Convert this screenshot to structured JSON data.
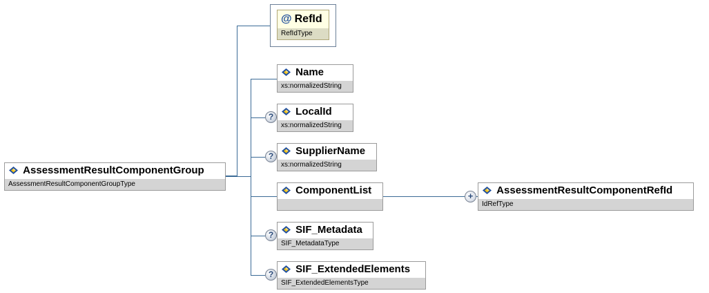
{
  "root": {
    "name": "AssessmentResultComponentGroup",
    "type": "AssessmentResultComponentGroupType"
  },
  "attribute": {
    "symbol": "@",
    "name": "RefId",
    "type": "RefIdType"
  },
  "elements": [
    {
      "name": "Name",
      "type": "xs:normalizedString",
      "optional": false
    },
    {
      "name": "LocalId",
      "type": "xs:normalizedString",
      "optional": true
    },
    {
      "name": "SupplierName",
      "type": "xs:normalizedString",
      "optional": true
    },
    {
      "name": "ComponentList",
      "type": "",
      "optional": false
    },
    {
      "name": "SIF_Metadata",
      "type": "SIF_MetadataType",
      "optional": true
    },
    {
      "name": "SIF_ExtendedElements",
      "type": "SIF_ExtendedElementsType",
      "optional": true
    }
  ],
  "child": {
    "name": "AssessmentResultComponentRefId",
    "type": "IdRefType"
  },
  "markers": {
    "optional": "?",
    "expand": "+"
  },
  "colors": {
    "connector": "#3a6a96",
    "icon_blue": "#1f4fa0",
    "icon_yellow": "#f2c21a",
    "type_band": "#d4d4d4"
  }
}
